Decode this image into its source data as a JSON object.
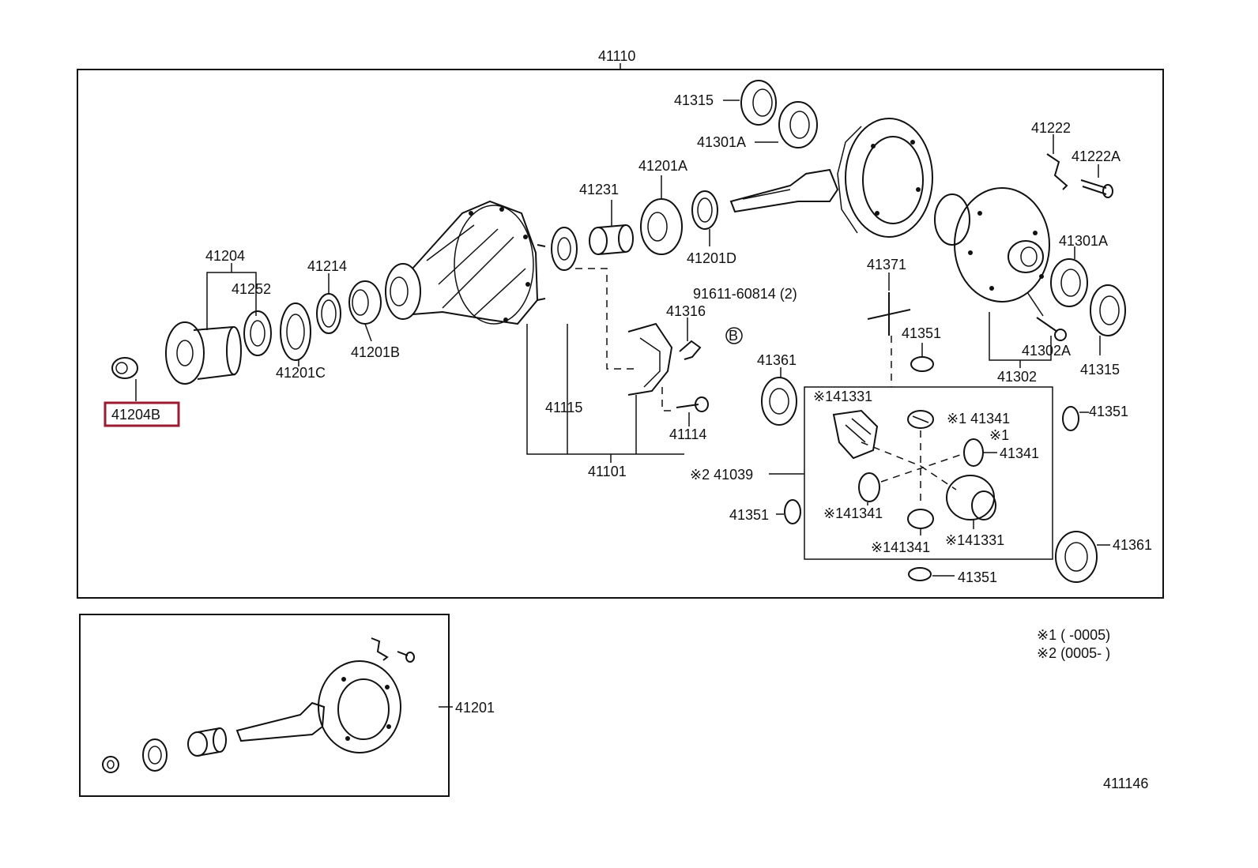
{
  "diagram": {
    "labels": {
      "l41110": "41110",
      "l41315_top": "41315",
      "l41301A_top": "41301A",
      "l41222": "41222",
      "l41222A": "41222A",
      "l41201A": "41201A",
      "l41231": "41231",
      "l41201D": "41201D",
      "l41204": "41204",
      "l41252": "41252",
      "l41214": "41214",
      "l41201C": "41201C",
      "l41201B": "41201B",
      "l41204B": "41204B",
      "l91611": "91611-60814 (2)",
      "l41316": "41316",
      "lB": "B",
      "l41371": "41371",
      "l41351_a": "41351",
      "l41301A_right": "41301A",
      "l41302A": "41302A",
      "l41315_right": "41315",
      "l41302": "41302",
      "l41361_a": "41361",
      "l41115": "41115",
      "l41114": "41114",
      "l41101": "41101",
      "l41331_a": "※141331",
      "l41341_a": "※1 41341",
      "l41341_b_mark": "※1",
      "l41341_b": "41341",
      "l41039": "※2 41039",
      "l41351_b": "41351",
      "l41351_c": "41351",
      "l41341_c": "※141341",
      "l41341_d": "※141341",
      "l41331_b": "※141331",
      "l41361_b": "41361",
      "l41351_d": "41351",
      "l41201": "41201",
      "note1": "※1 (        -0005)",
      "note2": "※2 (0005-        )",
      "figure_no": "411146"
    },
    "highlighted_part": "41204B",
    "highlight_color": "#9b1b30"
  }
}
